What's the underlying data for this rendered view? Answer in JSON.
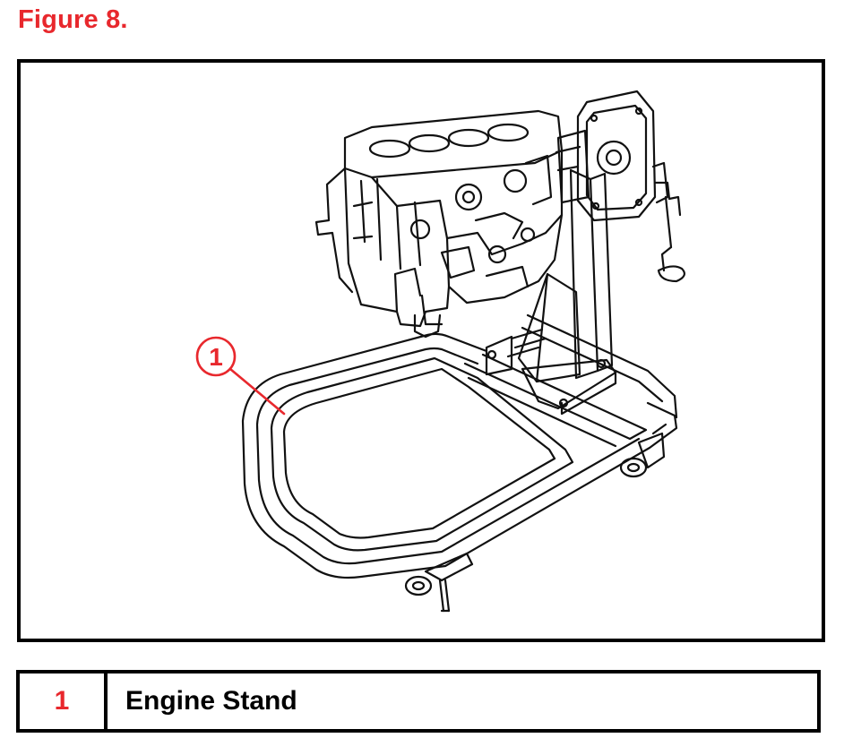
{
  "figure": {
    "title": "Figure 8.",
    "callout": "1",
    "accent_color": "#e8282d"
  },
  "legend": {
    "rows": [
      {
        "number": "1",
        "label": "Engine Stand"
      }
    ]
  }
}
